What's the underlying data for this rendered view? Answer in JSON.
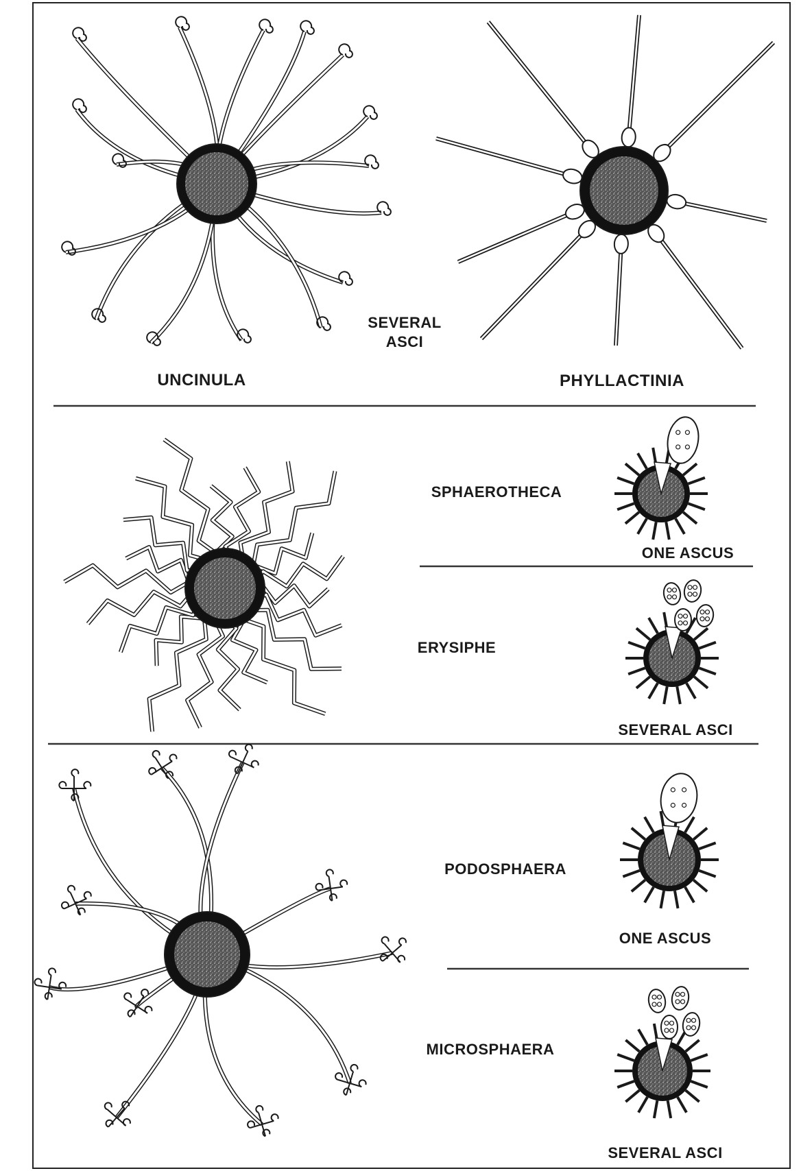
{
  "figure": {
    "ink_color": "#1a1a1a",
    "paper_color": "#ffffff",
    "sections": [
      {
        "items": [
          {
            "genus": "UNCINULA",
            "appendage_type": "uncinate hooked tips",
            "asci_note": ""
          },
          {
            "genus": "PHYLLACTINIA",
            "appendage_type": "needle-like with bulbous base",
            "asci_note": ""
          }
        ],
        "shared_asci_note": [
          "SEVERAL",
          "ASCI"
        ]
      },
      {
        "drawing": "flexuous mycelioid appendages",
        "items": [
          {
            "genus": "SPHAEROTHECA",
            "asci_note": "ONE ASCUS"
          },
          {
            "genus": "ERYSIPHE",
            "asci_note": "SEVERAL ASCI"
          }
        ]
      },
      {
        "drawing": "dichotomously branched appendages",
        "items": [
          {
            "genus": "PODOSPHAERA",
            "asci_note": "ONE ASCUS"
          },
          {
            "genus": "MICROSPHAERA",
            "asci_note": "SEVERAL ASCI"
          }
        ]
      }
    ]
  }
}
